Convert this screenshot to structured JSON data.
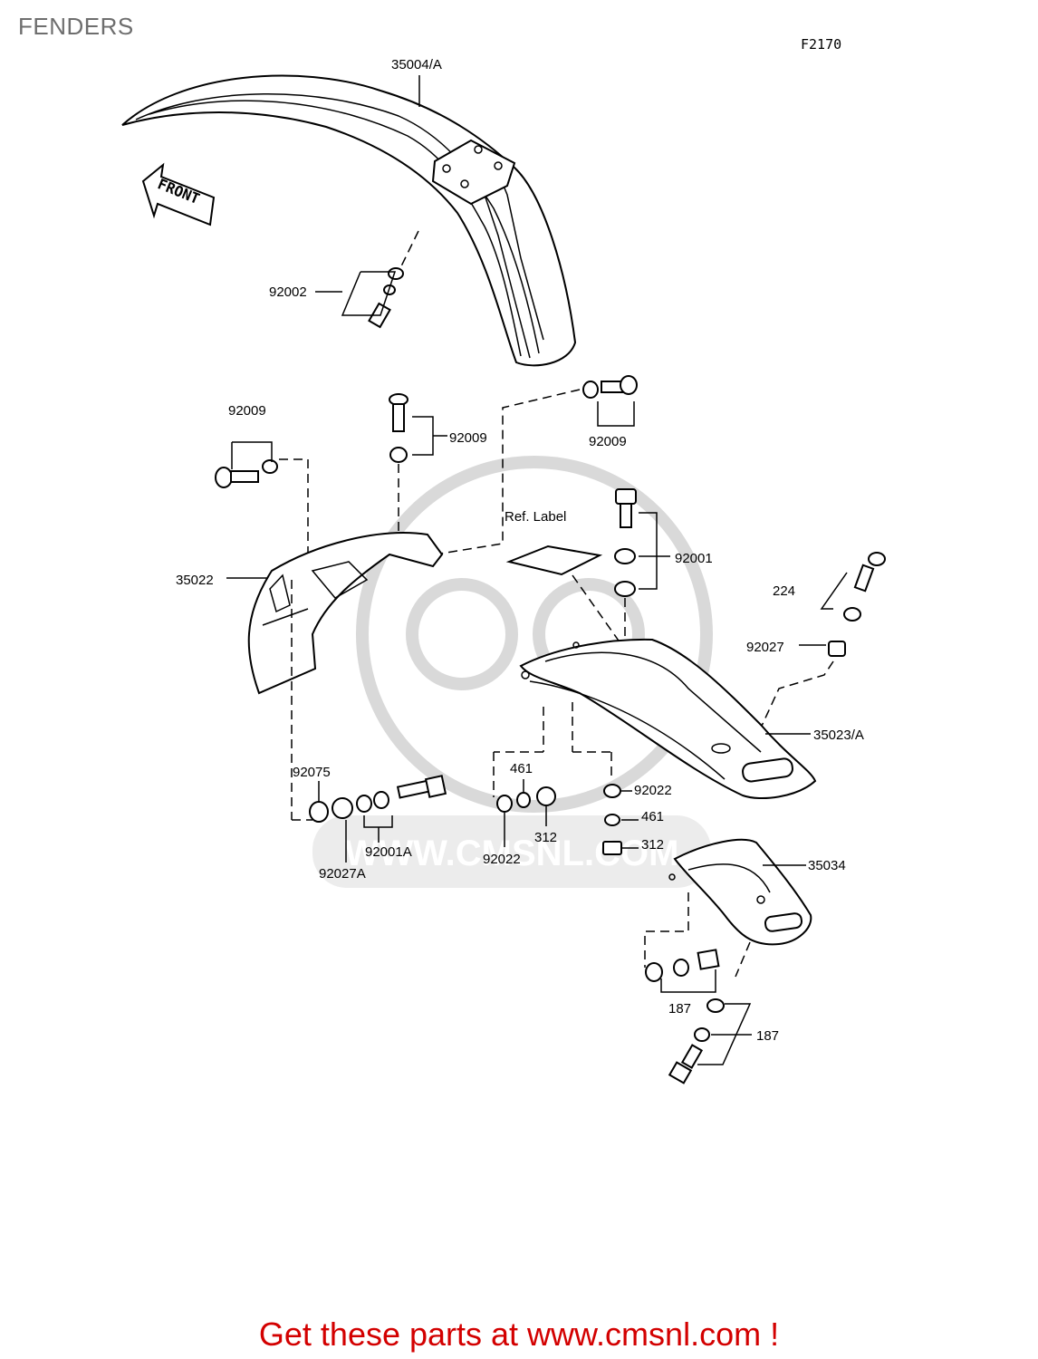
{
  "title": "FENDERS",
  "figure_code": "F2170",
  "footer": "Get these parts at www.cmsnl.com !",
  "watermark": "WWW.CMSNL.COM",
  "front_arrow_label": "FRONT",
  "labels": {
    "p35004": "35004/A",
    "p92002": "92002",
    "p92009a": "92009",
    "p92009b": "92009",
    "p92009c": "92009",
    "ref_label": "Ref. Label",
    "p92001": "92001",
    "p35022": "35022",
    "p224": "224",
    "p92027": "92027",
    "p35023": "35023/A",
    "p92075": "92075",
    "p92001A": "92001A",
    "p92027A": "92027A",
    "p461a": "461",
    "p312a": "312",
    "p92022a": "92022",
    "p92022b": "92022",
    "p461b": "461",
    "p312b": "312",
    "p35034": "35034",
    "p187a": "187",
    "p187b": "187"
  }
}
